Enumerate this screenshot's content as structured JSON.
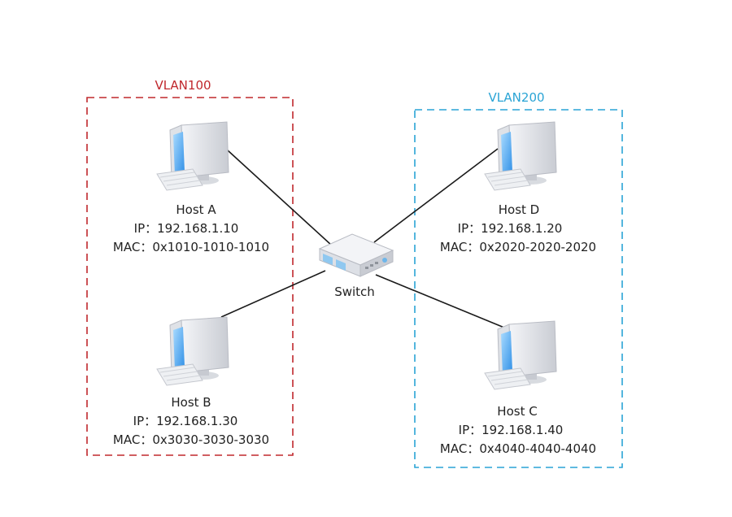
{
  "vlans": [
    {
      "label": "VLAN100",
      "color": "#c0282d"
    },
    {
      "label": "VLAN200",
      "color": "#2aa4d5"
    }
  ],
  "switch": {
    "label": "Switch"
  },
  "hosts": [
    {
      "name": "Host A",
      "ip": "IP：192.168.1.10",
      "mac": "MAC：0x1010-1010-1010"
    },
    {
      "name": "Host B",
      "ip": "IP：192.168.1.30",
      "mac": "MAC：0x3030-3030-3030"
    },
    {
      "name": "Host D",
      "ip": "IP：192.168.1.20",
      "mac": "MAC：0x2020-2020-2020"
    },
    {
      "name": "Host C",
      "ip": "IP：192.168.1.40",
      "mac": "MAC：0x4040-4040-4040"
    }
  ],
  "icons": {
    "host": "desktop-computer-icon",
    "switch": "network-switch-icon"
  }
}
